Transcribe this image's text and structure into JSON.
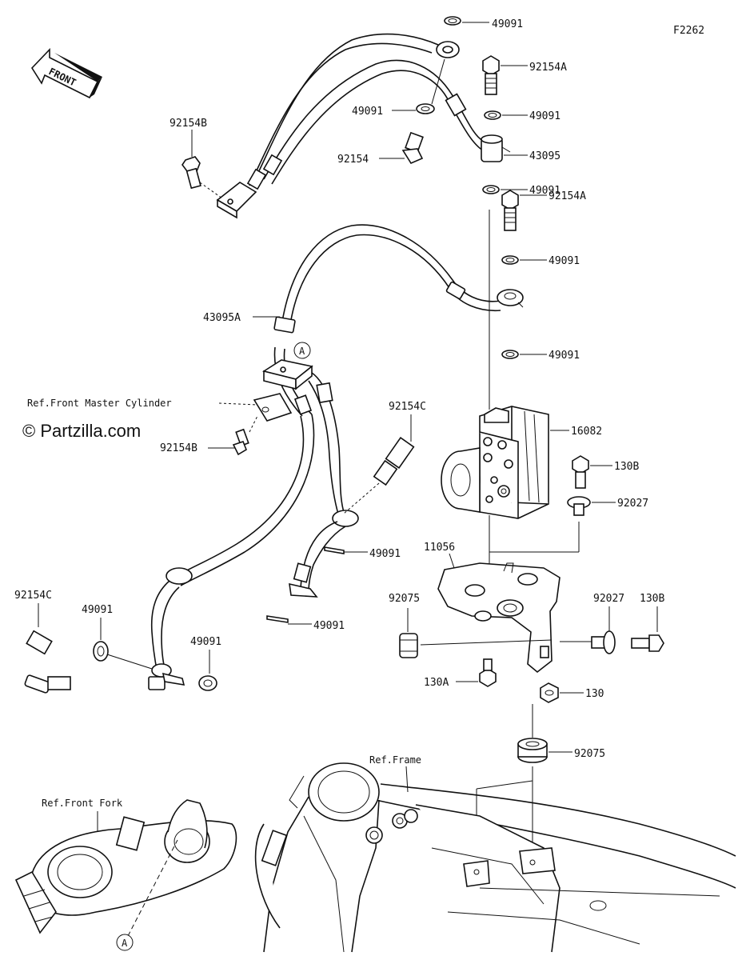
{
  "diagram_code": "F2262",
  "front_label": "FRONT",
  "watermark": "© Partzilla.com",
  "callout_letter": "A",
  "refs": {
    "master_cylinder": "Ref.Front Master Cylinder",
    "frame": "Ref.Frame",
    "front_fork": "Ref.Front Fork"
  },
  "labels": [
    {
      "id": "49091-top",
      "text": "49091"
    },
    {
      "id": "92154A-top",
      "text": "92154A"
    },
    {
      "id": "92154B-top",
      "text": "92154B"
    },
    {
      "id": "49091-mid",
      "text": "49091"
    },
    {
      "id": "49091-right1",
      "text": "49091"
    },
    {
      "id": "92154",
      "text": "92154"
    },
    {
      "id": "43095",
      "text": "43095"
    },
    {
      "id": "49091-right2",
      "text": "49091"
    },
    {
      "id": "92154A-mid",
      "text": "92154A"
    },
    {
      "id": "49091-right3",
      "text": "49091"
    },
    {
      "id": "43095A",
      "text": "43095A"
    },
    {
      "id": "49091-right4",
      "text": "49091"
    },
    {
      "id": "92154C-mid",
      "text": "92154C"
    },
    {
      "id": "16082",
      "text": "16082"
    },
    {
      "id": "92154B-low",
      "text": "92154B"
    },
    {
      "id": "130B-top",
      "text": "130B"
    },
    {
      "id": "92027-top",
      "text": "92027"
    },
    {
      "id": "11056",
      "text": "11056"
    },
    {
      "id": "49091-lower-a",
      "text": "49091"
    },
    {
      "id": "92154C-left",
      "text": "92154C"
    },
    {
      "id": "49091-left",
      "text": "49091"
    },
    {
      "id": "92075-left",
      "text": "92075"
    },
    {
      "id": "92027-low",
      "text": "92027"
    },
    {
      "id": "130B-low",
      "text": "130B"
    },
    {
      "id": "49091-lower-b",
      "text": "49091"
    },
    {
      "id": "49091-left2",
      "text": "49091"
    },
    {
      "id": "130A",
      "text": "130A"
    },
    {
      "id": "130",
      "text": "130"
    },
    {
      "id": "92075-low",
      "text": "92075"
    }
  ]
}
